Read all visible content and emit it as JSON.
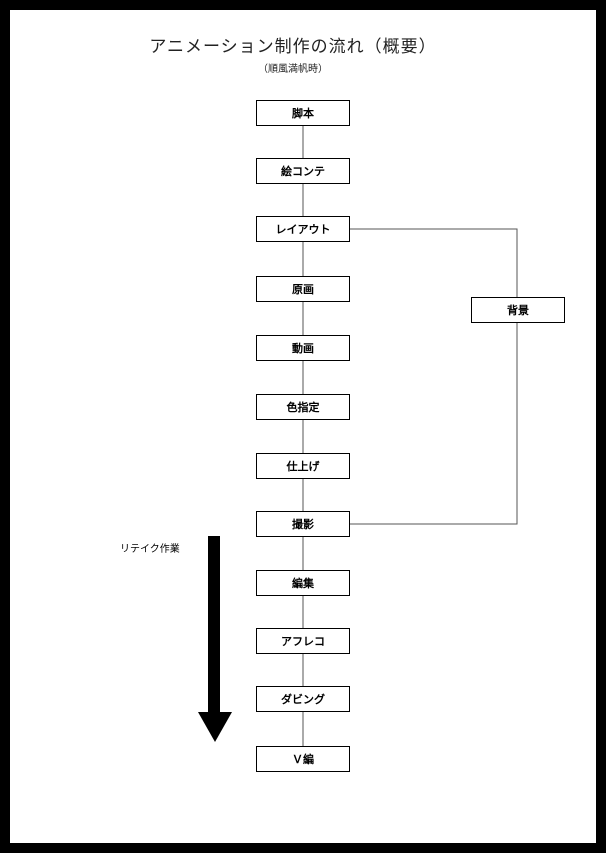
{
  "title": "アニメーション制作の流れ（概要）",
  "subtitle": "（順風満帆時）",
  "steps": [
    "脚本",
    "絵コンテ",
    "レイアウト",
    "原画",
    "動画",
    "色指定",
    "仕上げ",
    "撮影",
    "編集",
    "アフレコ",
    "ダビング",
    "Ｖ編"
  ],
  "side_step": "背景",
  "retake_label": "リテイク作業",
  "colors": {
    "border": "#000000",
    "line": "#555555",
    "arrow": "#000000",
    "background": "#ffffff"
  }
}
